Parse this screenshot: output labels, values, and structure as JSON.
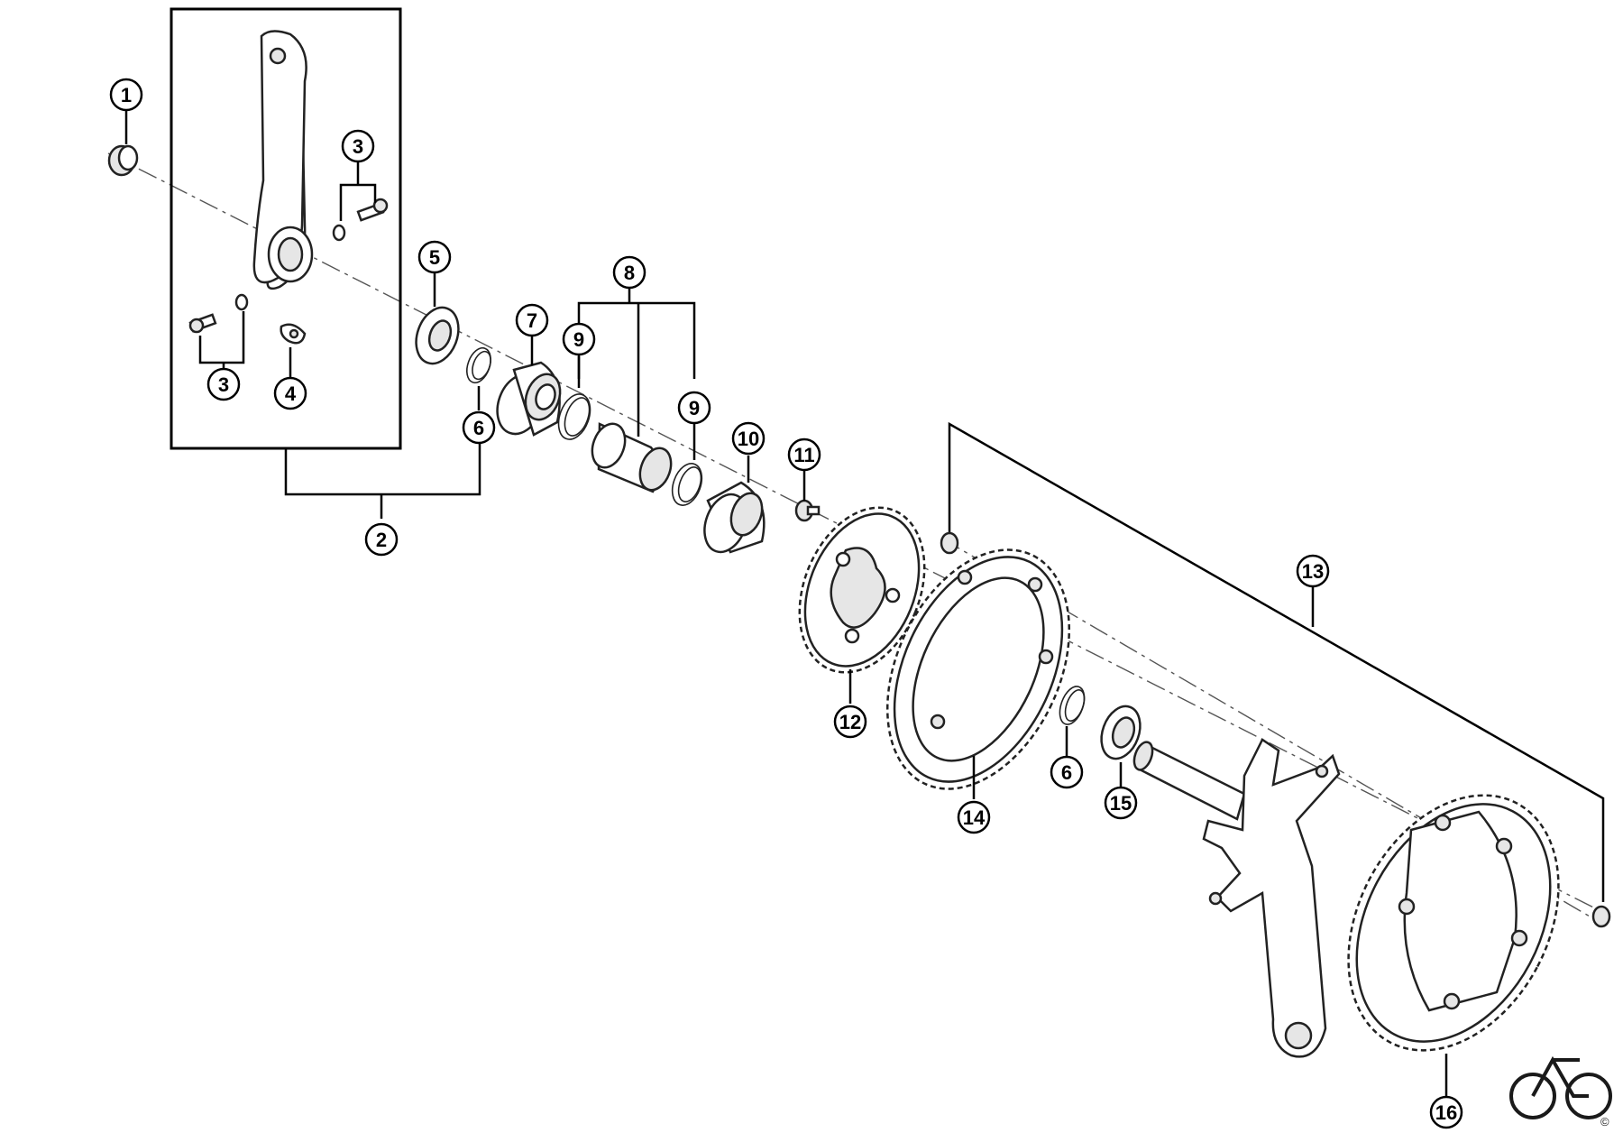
{
  "callouts": [
    {
      "label": "1"
    },
    {
      "label": "2"
    },
    {
      "label": "3"
    },
    {
      "label": "3"
    },
    {
      "label": "4"
    },
    {
      "label": "5"
    },
    {
      "label": "6"
    },
    {
      "label": "6"
    },
    {
      "label": "7"
    },
    {
      "label": "8"
    },
    {
      "label": "9"
    },
    {
      "label": "9"
    },
    {
      "label": "10"
    },
    {
      "label": "11"
    },
    {
      "label": "12"
    },
    {
      "label": "13"
    },
    {
      "label": "14"
    },
    {
      "label": "15"
    },
    {
      "label": "16"
    }
  ],
  "colors": {
    "line": "#000000",
    "part_fill": "#ffffff",
    "part_shade": "#e6e6e6",
    "axis": "#555555"
  },
  "logo": {
    "icon": "bicycle-logo-icon",
    "text": "©"
  }
}
